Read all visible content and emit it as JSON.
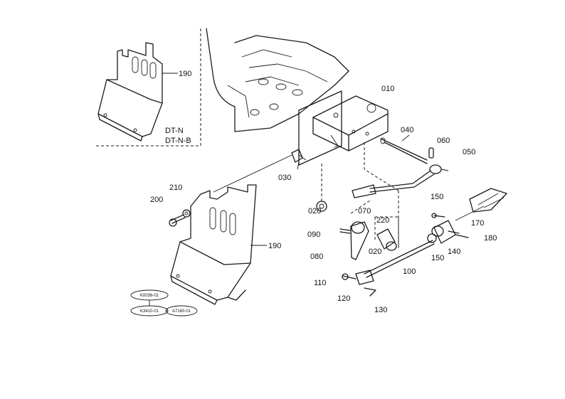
{
  "variant_labels": [
    "DT-N",
    "DT-N-B"
  ],
  "parts": {
    "p010": "010",
    "p020a": "020",
    "p020b": "020",
    "p030": "030",
    "p040": "040",
    "p050": "050",
    "p060": "060",
    "p070": "070",
    "p080": "080",
    "p090": "090",
    "p100": "100",
    "p110": "110",
    "p120": "120",
    "p130": "130",
    "p140": "140",
    "p150a": "150",
    "p150b": "150",
    "p170": "170",
    "p180": "180",
    "p190a": "190",
    "p190b": "190",
    "p200": "200",
    "p210": "210",
    "p220": "220"
  },
  "codes": [
    "K0036-01",
    "K3410-01",
    "A7160-01"
  ]
}
